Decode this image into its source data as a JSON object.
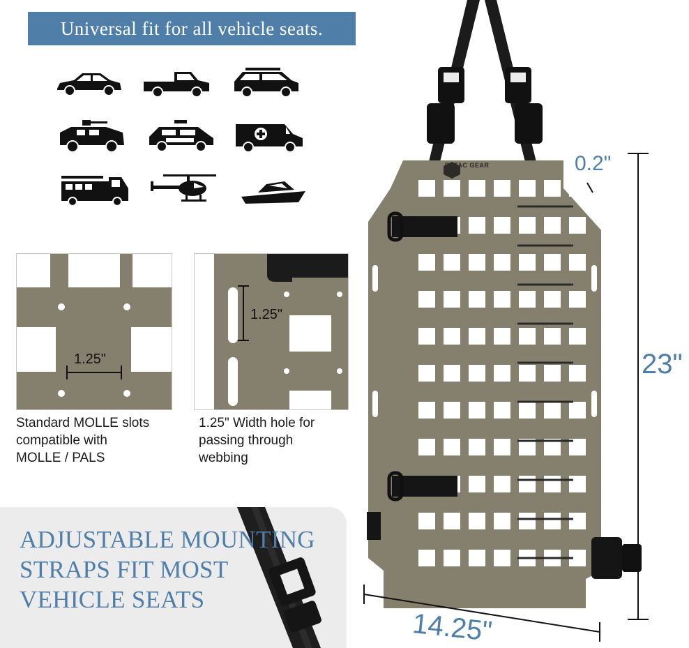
{
  "banner": {
    "text": "Universal fit for all vehicle seats."
  },
  "vehicles": [
    "sedan-icon",
    "pickup-truck-icon",
    "suv-icon",
    "military-humvee-icon",
    "police-car-icon",
    "ambulance-icon",
    "fire-truck-icon",
    "helicopter-icon",
    "speedboat-icon"
  ],
  "details": {
    "left": {
      "dimension": "1.25\"",
      "caption": [
        "Standard MOLLE slots",
        "compatible with",
        "MOLLE / PALS"
      ]
    },
    "right": {
      "dimension": "1.25\"",
      "caption": [
        "1.25\" Width hole for",
        "passing through",
        "webbing"
      ]
    }
  },
  "promo": {
    "lines": [
      "ADJUSTABLE MOUNTING",
      "STRAPS FIT MOST",
      "VEHICLE SEATS"
    ]
  },
  "panel": {
    "brand": "PETAC GEAR",
    "color": "#857f6d"
  },
  "dimensions": {
    "thickness": "0.2\"",
    "height": "23\"",
    "width": "14.25\""
  },
  "colors": {
    "accent": "#4f7fa8",
    "panel": "#857f6d",
    "strap": "#1b1b1b"
  }
}
